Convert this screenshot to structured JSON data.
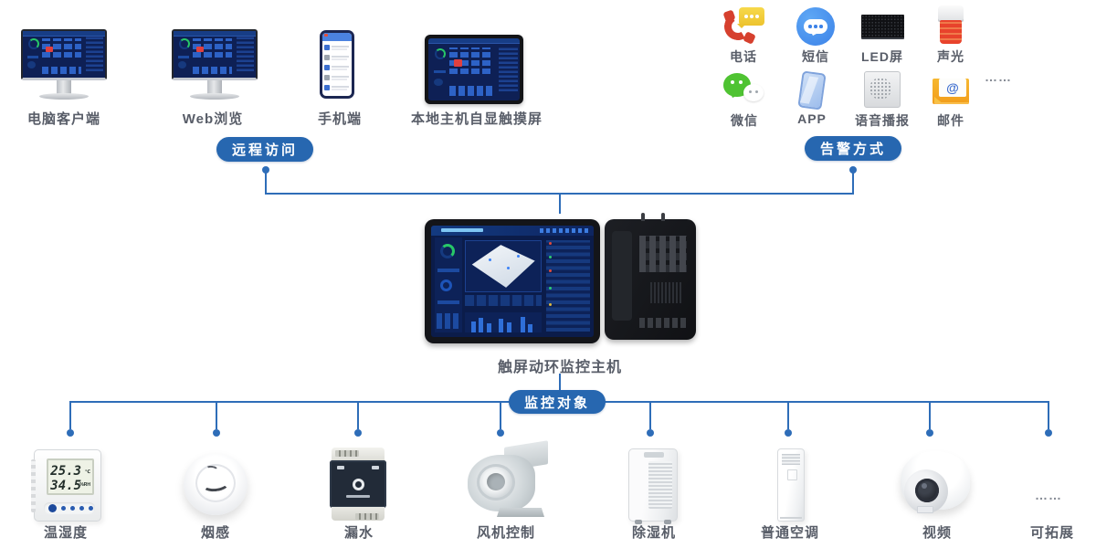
{
  "colors": {
    "badge_blue": "#2767b0",
    "line_blue": "#2e6db8",
    "label_gray": "#585d68"
  },
  "remote_access": {
    "badge": "远程访问",
    "items": [
      {
        "label": "电脑客户端"
      },
      {
        "label": "Web浏览"
      },
      {
        "label": "手机端"
      },
      {
        "label": "本地主机自显触摸屏"
      }
    ]
  },
  "alarm_methods": {
    "badge": "告警方式",
    "row1": [
      {
        "label": "电话"
      },
      {
        "label": "短信"
      },
      {
        "label": "LED屏"
      },
      {
        "label": "声光"
      }
    ],
    "row2": [
      {
        "label": "微信"
      },
      {
        "label": "APP"
      },
      {
        "label": "语音播报"
      },
      {
        "label": "邮件"
      }
    ],
    "more": "……",
    "email_at": "@"
  },
  "host": {
    "label": "触屏动环监控主机"
  },
  "monitored": {
    "badge": "监控对象",
    "items": [
      {
        "label": "温湿度"
      },
      {
        "label": "烟感"
      },
      {
        "label": "漏水"
      },
      {
        "label": "风机控制"
      },
      {
        "label": "除湿机"
      },
      {
        "label": "普通空调"
      },
      {
        "label": "视频"
      },
      {
        "label": "可拓展"
      }
    ],
    "more": "……",
    "sensor": {
      "temperature": "25.3",
      "temperature_unit": "℃",
      "humidity": "34.5",
      "humidity_unit": "%RH"
    }
  }
}
